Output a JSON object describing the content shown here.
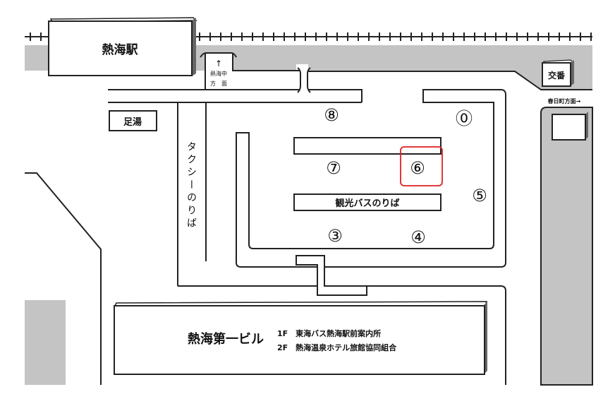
{
  "map": {
    "station": "熱海駅",
    "direction_atami_chuo": {
      "arrow": "↑",
      "line1": "熱海中",
      "line2": "方　面"
    },
    "ashiyu": "足湯",
    "taxi_stand": "タクシーのりば",
    "koban": "交番",
    "kasugacho_direction": "春日町方面→",
    "tour_bus_stand": "観光バスのりば",
    "bus_stops": [
      "⓪",
      "③",
      "④",
      "⑤",
      "⑥",
      "⑦",
      "⑧"
    ],
    "highlighted_stop": "⑥",
    "building": {
      "name": "熱海第一ビル",
      "floor1": "1F　東海バス熱海駅前案内所",
      "floor2": "2F　熱海温泉ホテル旅館協同組合"
    },
    "colors": {
      "highlight": "#e02020",
      "gray_area": "#c4c4c4"
    }
  }
}
